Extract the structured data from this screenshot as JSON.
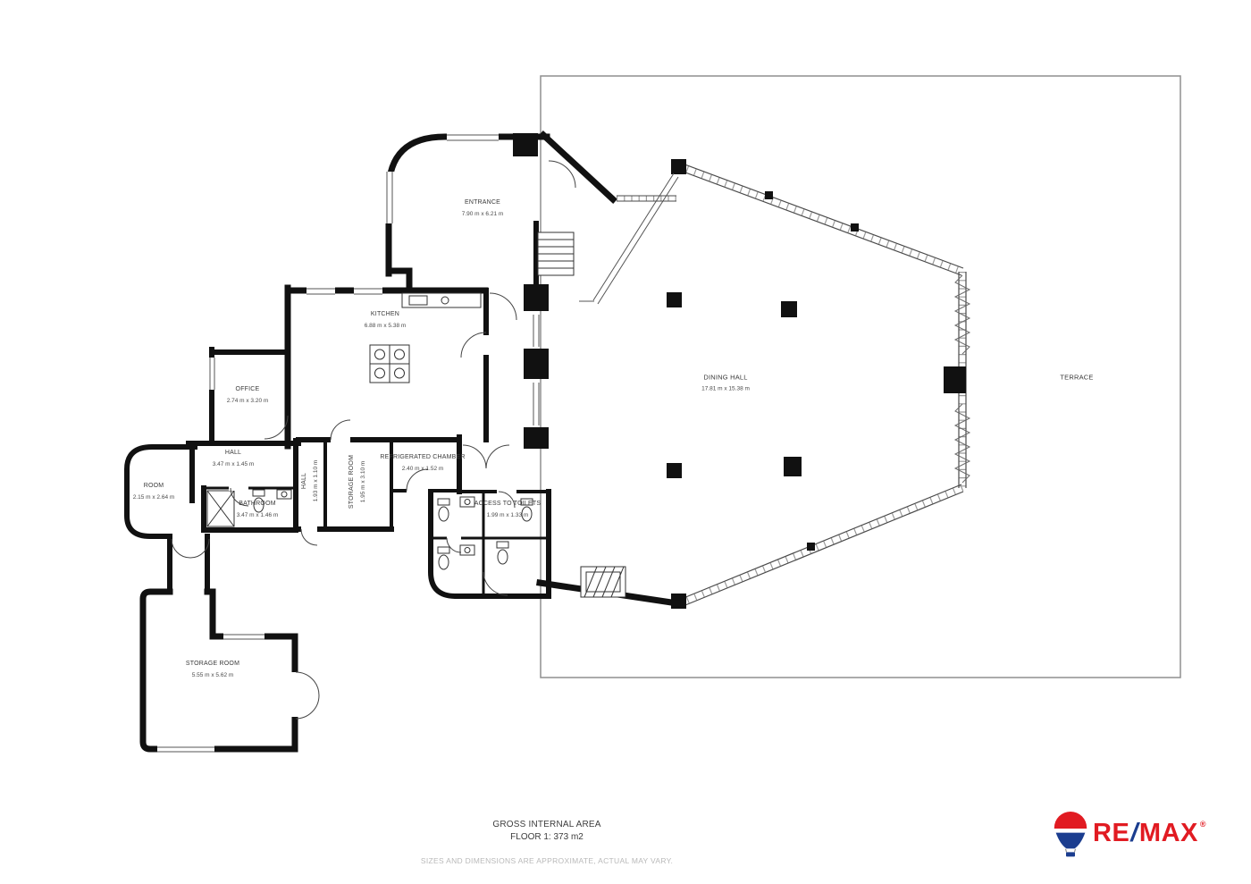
{
  "footer": {
    "gross_area": "GROSS INTERNAL AREA",
    "floor_line": "FLOOR 1: 373 m2",
    "disclaimer": "SIZES AND DIMENSIONS ARE APPROXIMATE, ACTUAL MAY VARY."
  },
  "brand": {
    "re": "RE",
    "slash": "/",
    "max": "MAX",
    "registered": "®",
    "balloon_icon": "remax-balloon-icon",
    "colors": {
      "red": "#e11b22",
      "blue": "#1b3d8f"
    }
  },
  "rooms": [
    {
      "id": "entrance",
      "name": "ENTRANCE",
      "dims": "7.90 m x 6.21 m"
    },
    {
      "id": "kitchen",
      "name": "KITCHEN",
      "dims": "6.88 m x 5.38 m"
    },
    {
      "id": "office",
      "name": "OFFICE",
      "dims": "2.74 m x 3.20 m"
    },
    {
      "id": "hall",
      "name": "HALL",
      "dims": "3.47 m x 1.45 m"
    },
    {
      "id": "room",
      "name": "ROOM",
      "dims": "2.15 m x 2.64 m"
    },
    {
      "id": "bathroom",
      "name": "BATHROOM",
      "dims": "3.47 m x 1.46 m"
    },
    {
      "id": "hall-2",
      "name": "HALL",
      "dims": "1.93 m x 1.10 m"
    },
    {
      "id": "storage-room-1",
      "name": "STORAGE ROOM",
      "dims": "1.95 m x 3.10 m"
    },
    {
      "id": "refrigerated-chamber",
      "name": "REFRIGERATED CHAMBER",
      "dims": "2.40 m x 1.52 m"
    },
    {
      "id": "access-to-toilets",
      "name": "ACCESS TO TOILETS",
      "dims": "1.99 m x 1.33 m"
    },
    {
      "id": "dining-hall",
      "name": "DINING HALL",
      "dims": "17.81 m x 15.38 m"
    },
    {
      "id": "terrace",
      "name": "TERRACE",
      "dims": ""
    },
    {
      "id": "storage-room-2",
      "name": "STORAGE ROOM",
      "dims": "5.55 m x 5.62 m"
    }
  ]
}
